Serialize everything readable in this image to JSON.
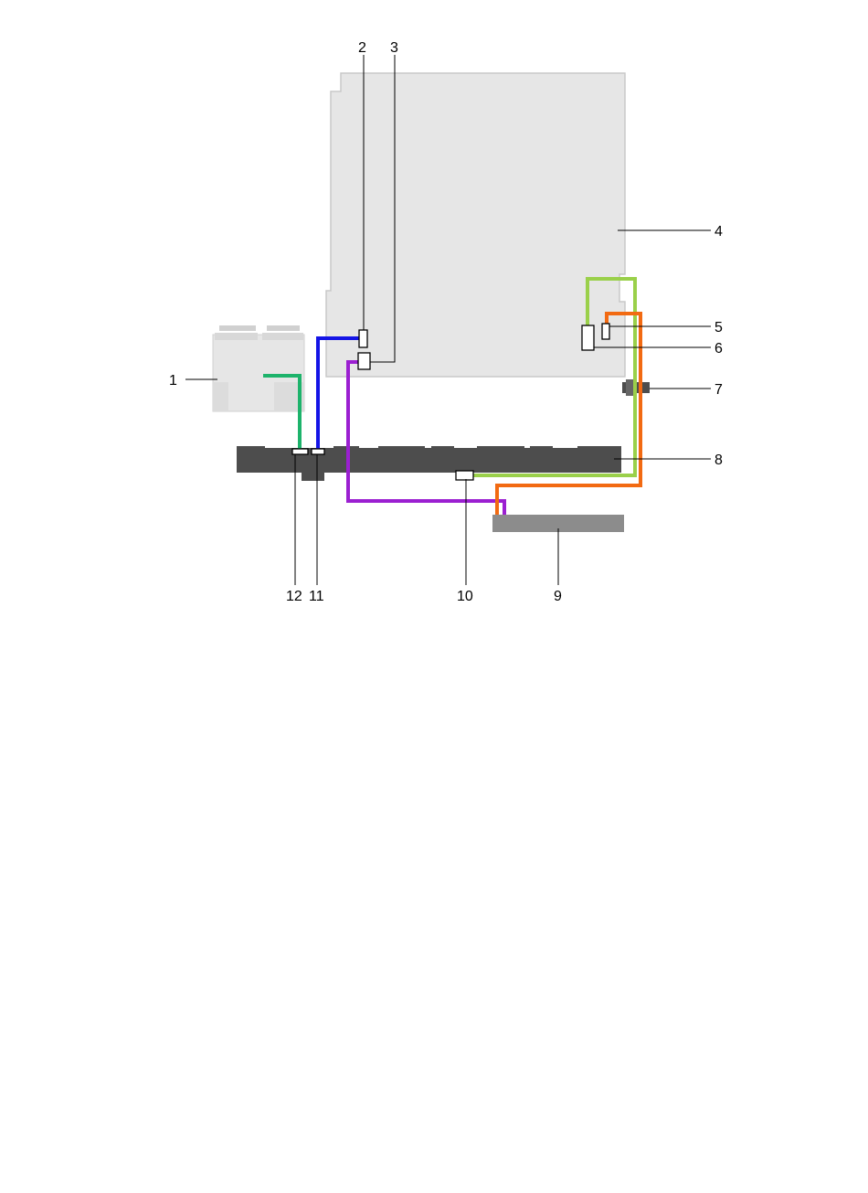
{
  "callouts": {
    "c1": "1",
    "c2": "2",
    "c3": "3",
    "c4": "4",
    "c5": "5",
    "c6": "6",
    "c7": "7",
    "c8": "8",
    "c9": "9",
    "c10": "10",
    "c11": "11",
    "c12": "12"
  },
  "colors": {
    "board": "#e6e6e6",
    "board_edge": "#c8c8c8",
    "fan_bay": "#4d4d4d",
    "psu_strip": "#8c8c8c",
    "cable_green": "#1db36b",
    "cable_blue": "#1414e6",
    "cable_purple": "#9b1fd1",
    "cable_lime": "#9ad04a",
    "cable_orange": "#f26a12"
  }
}
